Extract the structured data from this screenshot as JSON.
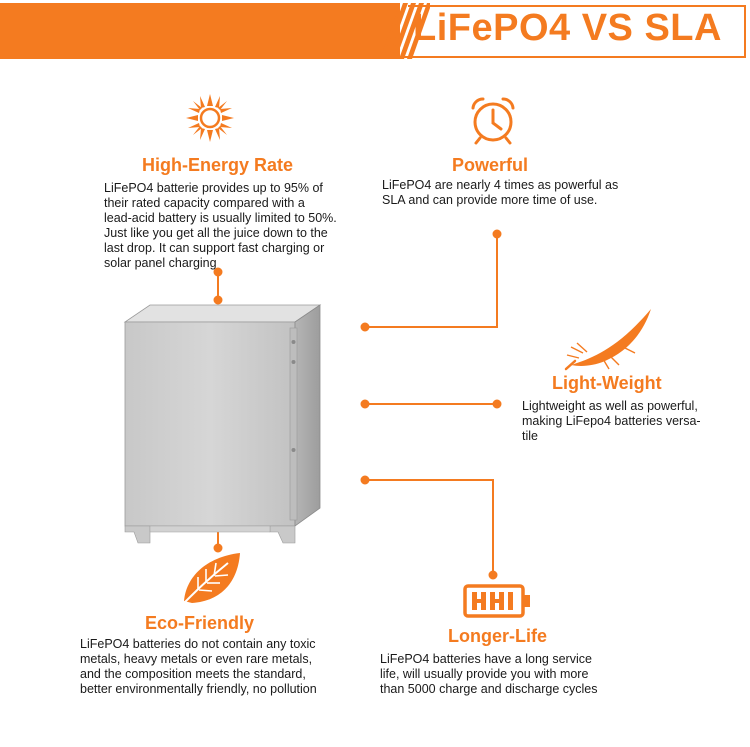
{
  "banner": {
    "title": "LiFePO4 VS SLA",
    "accent_color": "#f47b20"
  },
  "features": {
    "high_energy": {
      "title": "High-Energy Rate",
      "icon": "sun-icon",
      "lines": [
        "LiFePO4 batterie provides up to 95% of",
        "their rated capacity compared with a",
        "lead-acid battery is usually limited to 50%.",
        "Just like you get all the juice down to the",
        "last drop. It can support fast charging or",
        "solar panel charging"
      ]
    },
    "powerful": {
      "title": "Powerful",
      "icon": "alarm-clock-icon",
      "lines": [
        "LiFePO4 are nearly 4 times as powerful as",
        "SLA and can provide more time of use."
      ]
    },
    "light_weight": {
      "title": "Light-Weight",
      "icon": "feather-icon",
      "lines": [
        "Lightweight as well as powerful,",
        "making LiFepo4 batteries versa-",
        "tile"
      ]
    },
    "eco_friendly": {
      "title": "Eco-Friendly",
      "icon": "leaf-icon",
      "lines": [
        "LiFePO4 batteries do not contain any toxic",
        "metals, heavy metals or even rare metals,",
        "and the composition meets the standard,",
        "better environmentally friendly, no pollution"
      ]
    },
    "longer_life": {
      "title": "Longer-Life",
      "icon": "battery-icon",
      "lines": [
        "LiFePO4 batteries have a long service",
        "life, will usually provide you with more",
        "than 5000 charge and discharge cycles"
      ]
    }
  }
}
